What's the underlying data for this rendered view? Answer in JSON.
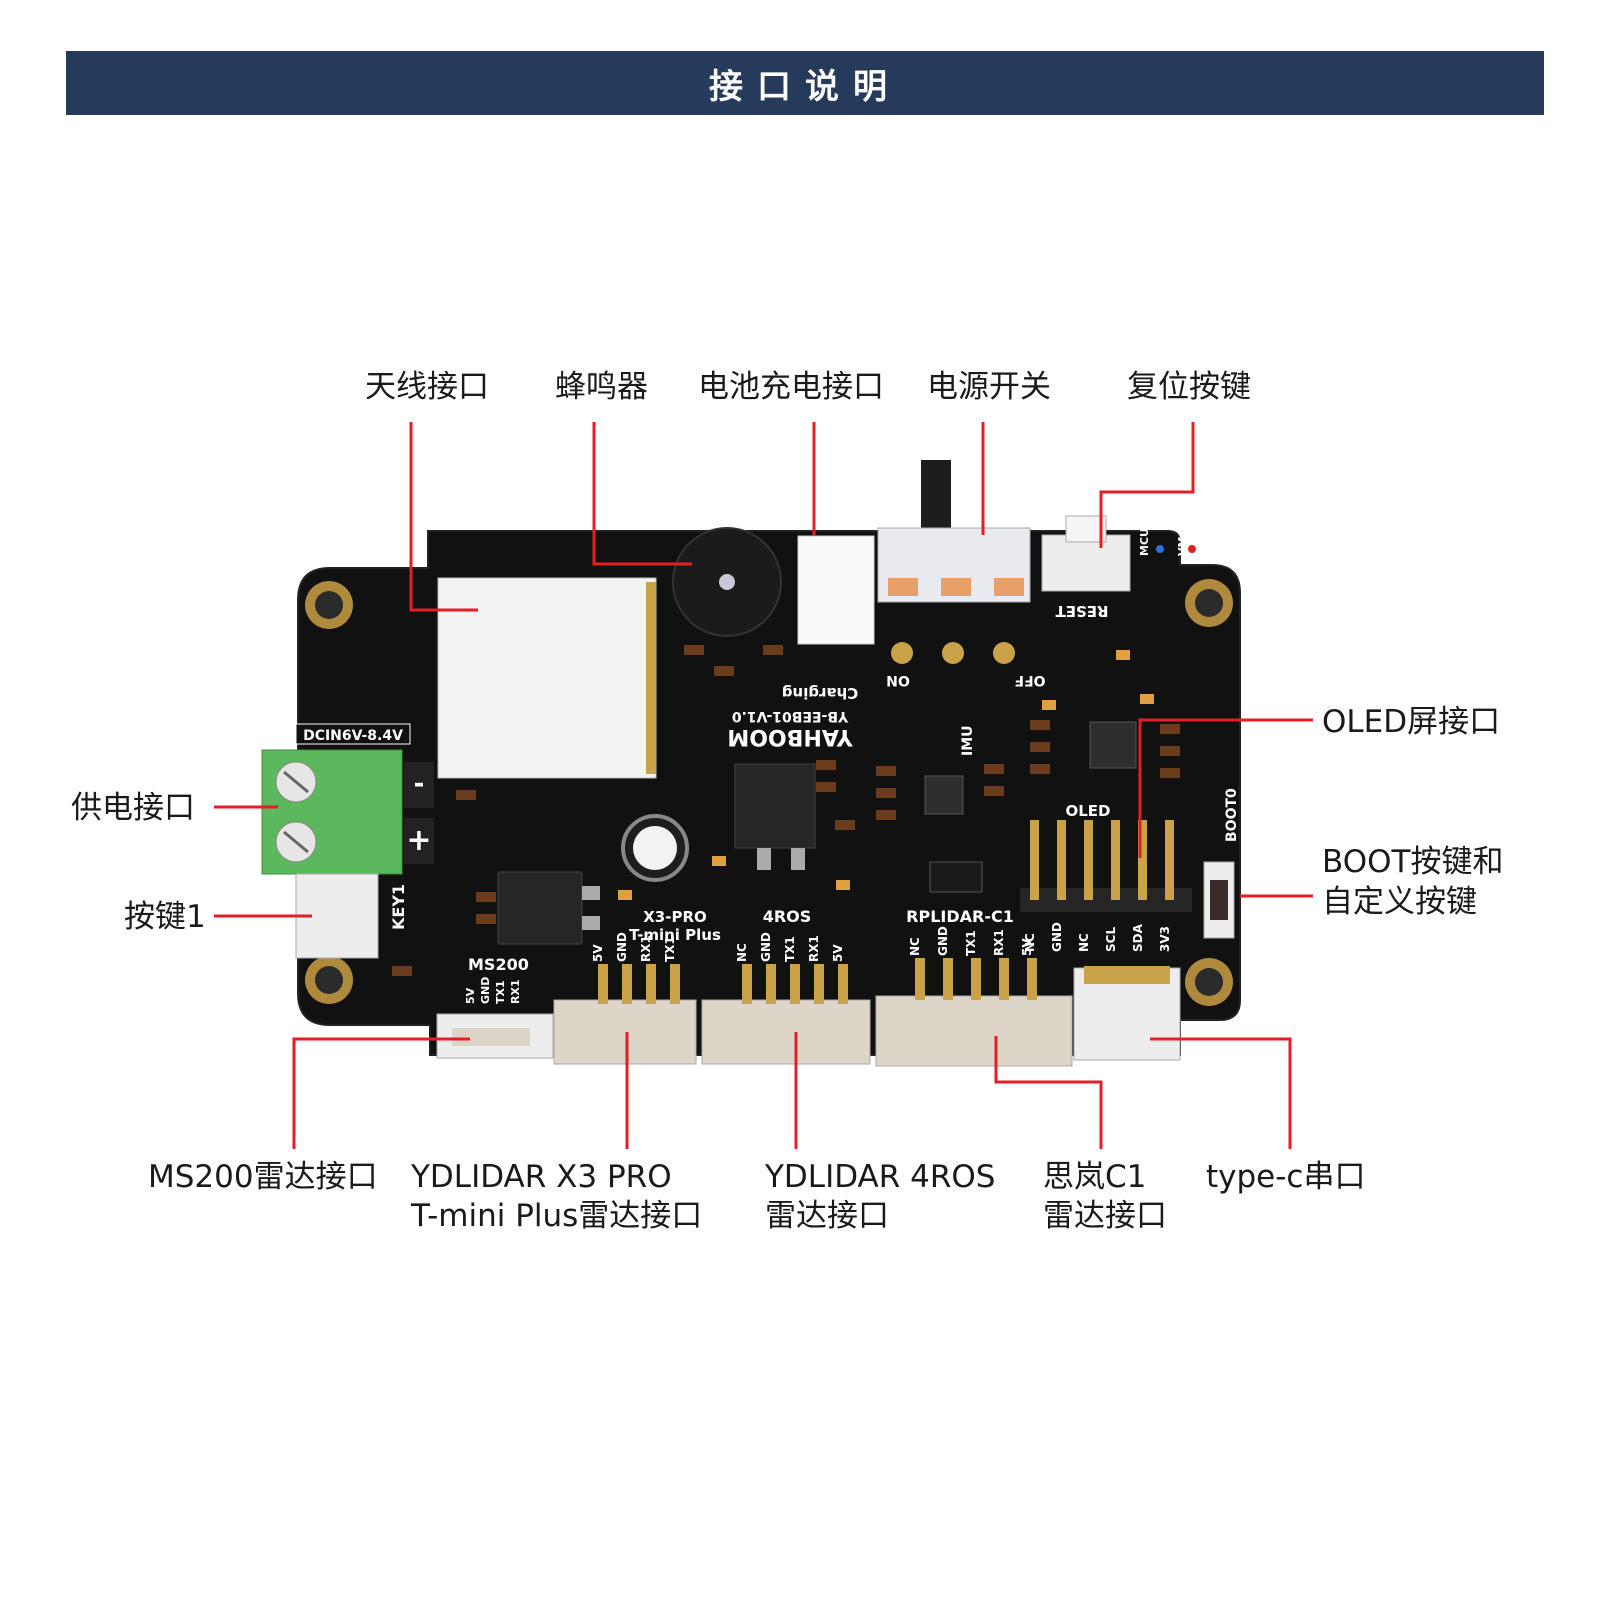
{
  "banner": {
    "title": "接口说明"
  },
  "callouts": {
    "antenna": "天线接口",
    "buzzer": "蜂鸣器",
    "battery_charge": "电池充电接口",
    "power_switch": "电源开关",
    "reset_key": "复位按键",
    "oled": "OLED屏接口",
    "power_input": "供电接口",
    "key1": "按键1",
    "boot_line1": "BOOT按键和",
    "boot_line2": "自定义按键",
    "ms200": "MS200雷达接口",
    "x3pro_line1": "YDLIDAR X3 PRO",
    "x3pro_line2": "T-mini Plus雷达接口",
    "ros4_line1": "YDLIDAR 4ROS",
    "ros4_line2": "雷达接口",
    "c1_line1": "思岚C1",
    "c1_line2": "雷达接口",
    "typec": "type-c串口"
  },
  "board_silkscreen": {
    "dcin": "DCIN6V-8.4V",
    "minus": "-",
    "plus": "+",
    "key1": "KEY1",
    "ms200": "MS200",
    "ms200_pins": [
      "5V",
      "GND",
      "TX1",
      "RX1"
    ],
    "x3pro_l1": "X3-PRO",
    "x3pro_l2": "T-mini Plus",
    "x3pro_pins": [
      "5V",
      "GND",
      "RX1",
      "TX1"
    ],
    "ros4": "4ROS",
    "ros4_pins": [
      "NC",
      "GND",
      "TX1",
      "RX1",
      "5V"
    ],
    "rplidar": "RPLIDAR-C1",
    "rplidar_pins": [
      "NC",
      "GND",
      "TX1",
      "RX1",
      "5V"
    ],
    "oled": "OLED",
    "oled_pins": [
      "NC",
      "GND",
      "NC",
      "SCL",
      "SDA",
      "3V3"
    ],
    "boot0": "BOOT0",
    "reset": "RESET",
    "charging": "Charging",
    "on": "ON",
    "off": "OFF",
    "imu": "IMU",
    "brand": "YAHBOOM",
    "model": "YB-EEB01-V1.0",
    "mcu": "MCU",
    "vm": "VM"
  },
  "colors": {
    "banner": "#263a5c",
    "leader_line": "#e31e24",
    "board": "#111111",
    "gold": "#c9a24a",
    "terminal_green": "#5cb85c",
    "connector_beige": "#ddd5c8"
  }
}
